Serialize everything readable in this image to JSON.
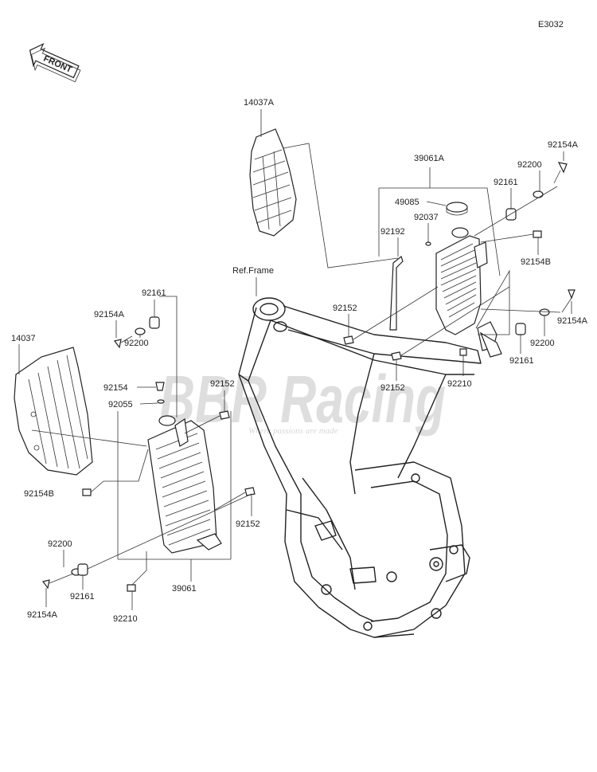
{
  "diagram_code": "E3032",
  "front_arrow_label": "FRONT",
  "ref_frame_label": "Ref.Frame",
  "watermark": {
    "logo": "BBR Racing",
    "tagline": "Where passions are made"
  },
  "parts": {
    "shroud_right": "14037A",
    "radiator_assy_right": "39061A",
    "cap": "49085",
    "ring_right": "92037",
    "hose_right": "92192",
    "bolt_top_right": "92154A",
    "washer_top_right": "92200",
    "damper_top_right": "92161",
    "nut_right_upper": "92154B",
    "bolt_lower_right": "92154A",
    "washer_lower_right": "92200",
    "damper_lower_right": "92161",
    "bolt_right_bottom": "92210",
    "collar_right_a": "92152",
    "collar_right_b": "92152",
    "shroud_left": "14037",
    "bolt_top_left": "92154A",
    "damper_top_left": "92161",
    "washer_top_left": "92200",
    "bolt_left_drain": "92154",
    "washer_left_drain": "92055",
    "collar_left_a": "92152",
    "nut_left": "92154B",
    "washer_lower_left": "92200",
    "damper_lower_left": "92161",
    "bolt_lower_left": "92154A",
    "bolt_left_bottom": "92210",
    "radiator_assy_left": "39061",
    "collar_left_b": "92152"
  }
}
